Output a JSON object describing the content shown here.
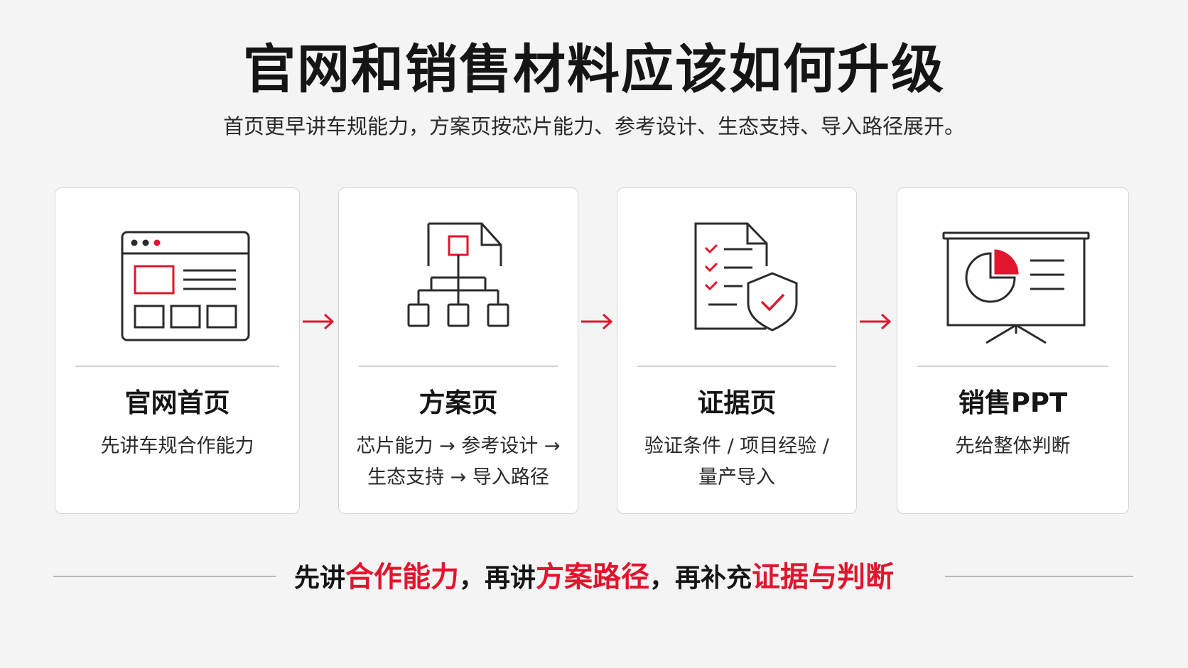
{
  "header": {
    "title": "官网和销售材料应该如何升级",
    "subtitle": "首页更早讲车规能力，方案页按芯片能力、参考设计、生态支持、导入路径展开。"
  },
  "cards": [
    {
      "title": "官网首页",
      "desc": "先讲车规合作能力",
      "icon": "browser-window-icon"
    },
    {
      "title": "方案页",
      "desc": "芯片能力 → 参考设计 →\n生态支持 → 导入路径",
      "icon": "document-hierarchy-icon"
    },
    {
      "title": "证据页",
      "desc": "验证条件 / 项目经验 /\n量产导入",
      "icon": "checklist-shield-icon"
    },
    {
      "title": "销售PPT",
      "desc": "先给整体判断",
      "icon": "presentation-board-icon"
    }
  ],
  "tagline": {
    "p1": "先讲",
    "h1": "合作能力",
    "p2": "，再讲",
    "h2": "方案路径",
    "p3": "，再补充",
    "h3": "证据与判断"
  },
  "colors": {
    "accent": "#e1152d",
    "text": "#151515",
    "background": "#f4f4f5",
    "card": "#ffffff"
  }
}
